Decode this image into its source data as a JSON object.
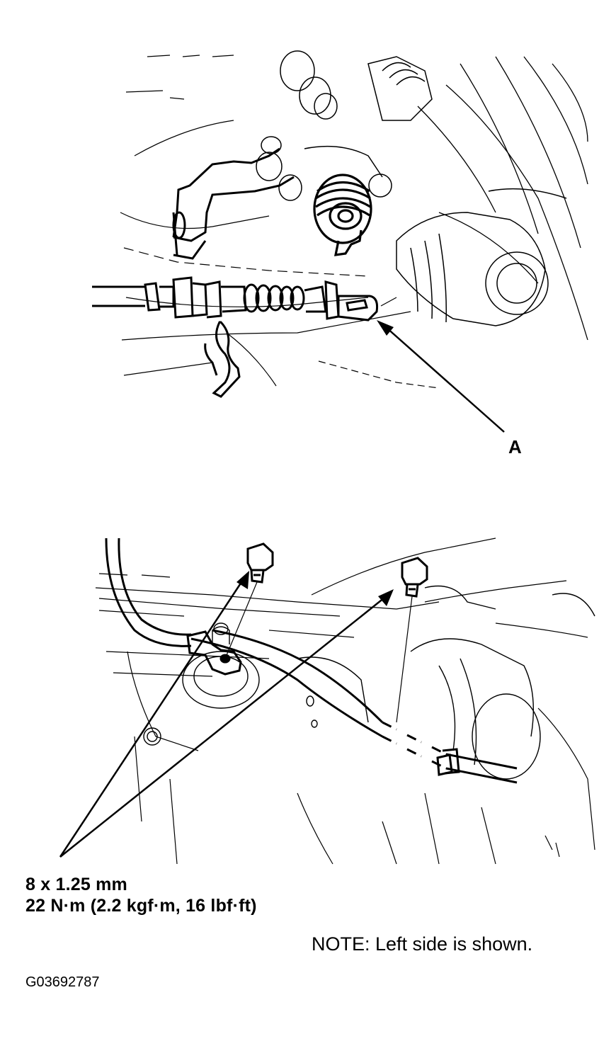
{
  "figure_top": {
    "description": "Parking brake cable end with clip, mounted near caliper",
    "callouts": [
      {
        "label": "A",
        "target": "cable-end"
      }
    ]
  },
  "figure_bottom": {
    "description": "Parking brake cable bracket with two mounting bolts",
    "bolt_count": 2
  },
  "specs": {
    "bolt_size": "8 x 1.25 mm",
    "torque": "22 N·m (2.2 kgf·m, 16 lbf·ft)"
  },
  "note": "NOTE: Left side is shown.",
  "figure_id": "G03692787",
  "colors": {
    "line": "#000000",
    "background": "#ffffff"
  }
}
